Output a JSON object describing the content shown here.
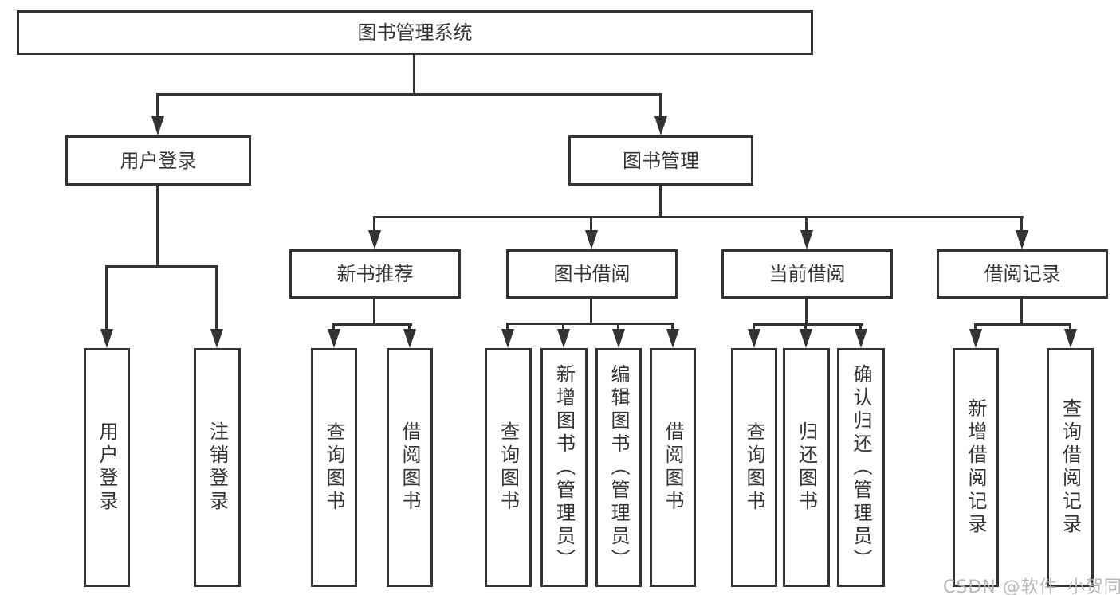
{
  "diagram": {
    "title": "图书管理系统",
    "level2": {
      "user_login": "用户登录",
      "book_mgmt": "图书管理"
    },
    "level3": {
      "new_book": "新书推荐",
      "borrowing": "图书借阅",
      "current": "当前借阅",
      "records": "借阅记录"
    },
    "leaves": {
      "login": "用户登录",
      "logout": "注销登录",
      "nb_query": "查询图书",
      "nb_borrow": "借阅图书",
      "bw_query": "查询图书",
      "bw_add": "新增图书（管理员）",
      "bw_edit": "编辑图书（管理员）",
      "bw_borrow": "借阅图书",
      "cur_query": "查询图书",
      "cur_return": "归还图书",
      "cur_confirm": "确认归还（管理员）",
      "rec_add": "新增借阅记录",
      "rec_query": "查询借阅记录"
    }
  },
  "watermark": {
    "text": "CSDN @软件_小贺同学"
  },
  "colors": {
    "line": "#333333",
    "text": "#333333",
    "box_background": "#ffffff",
    "watermark": "#b0b0b0",
    "page_background": "#ffffff"
  }
}
